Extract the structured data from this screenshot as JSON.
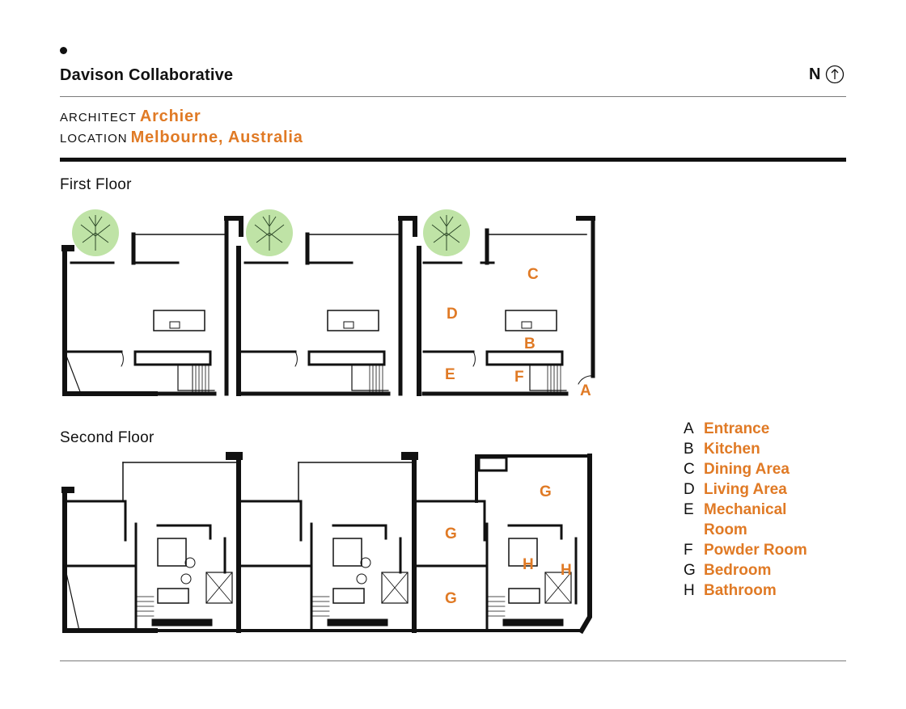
{
  "header": {
    "title": "Davison Collaborative",
    "north_label": "N",
    "north_icon": "north-arrow-icon"
  },
  "meta": {
    "architect_label": "ARCHITECT",
    "architect_value": "Archier",
    "location_label": "LOCATION",
    "location_value": "Melbourne, Australia"
  },
  "floors": {
    "first": "First Floor",
    "second": "Second Floor"
  },
  "first_floor_labels": [
    "C",
    "D",
    "B",
    "E",
    "F",
    "A"
  ],
  "second_floor_labels": [
    "G",
    "G",
    "G",
    "H",
    "H"
  ],
  "legend": [
    {
      "key": "A",
      "value": "Entrance"
    },
    {
      "key": "B",
      "value": "Kitchen"
    },
    {
      "key": "C",
      "value": "Dining Area"
    },
    {
      "key": "D",
      "value": "Living Area"
    },
    {
      "key": "E",
      "value": "Mechanical Room"
    },
    {
      "key": "F",
      "value": "Powder Room"
    },
    {
      "key": "G",
      "value": "Bedroom"
    },
    {
      "key": "H",
      "value": "Bathroom"
    }
  ],
  "colors": {
    "accent": "#e07a25",
    "wall": "#111111",
    "tree": "#bfe3a6"
  }
}
